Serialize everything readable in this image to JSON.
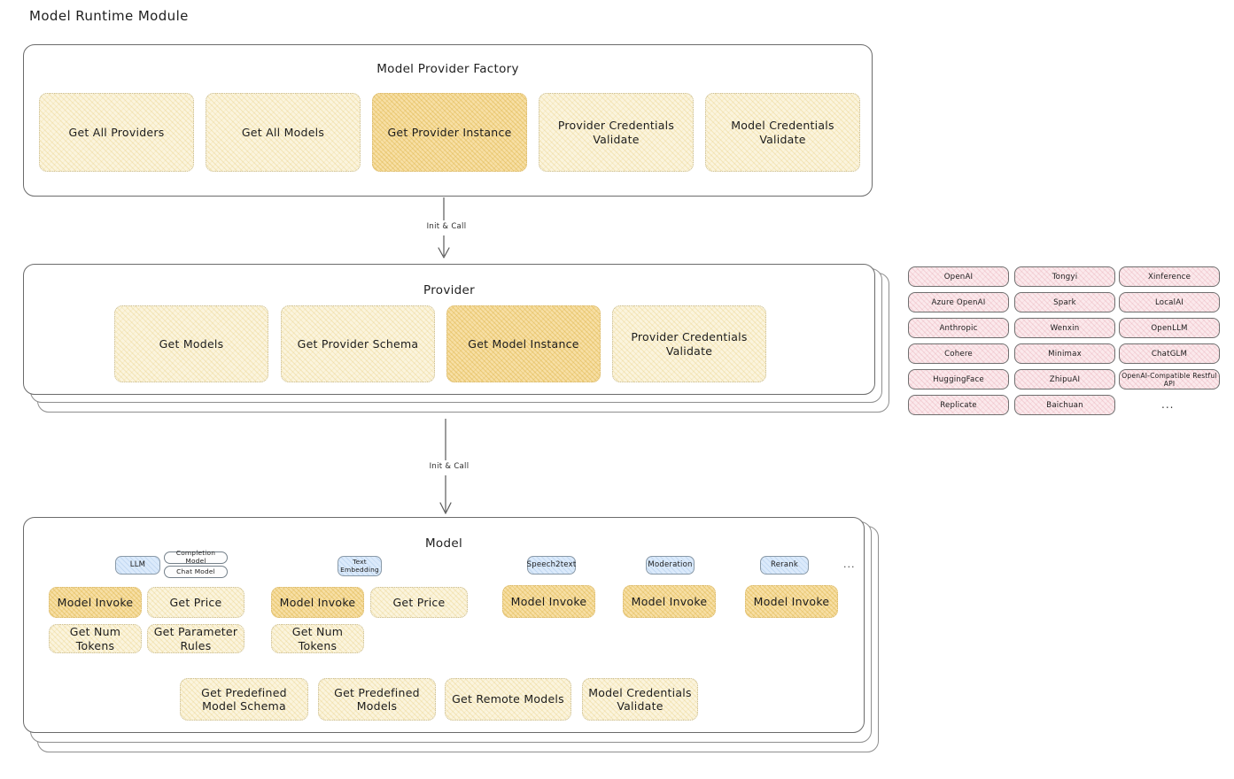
{
  "page": {
    "title": "Model Runtime Module"
  },
  "factory": {
    "title": "Model Provider Factory",
    "items": [
      {
        "label": "Get All Providers",
        "highlight": false
      },
      {
        "label": "Get All Models",
        "highlight": false
      },
      {
        "label": "Get Provider Instance",
        "highlight": true
      },
      {
        "label": "Provider Credentials Validate",
        "highlight": false
      },
      {
        "label": "Model Credentials Validate",
        "highlight": false
      }
    ]
  },
  "arrows": {
    "top_label": "Init & Call",
    "bottom_label": "Init & Call"
  },
  "provider": {
    "title": "Provider",
    "items": [
      {
        "label": "Get Models",
        "highlight": false
      },
      {
        "label": "Get Provider Schema",
        "highlight": false
      },
      {
        "label": "Get Model Instance",
        "highlight": true
      },
      {
        "label": "Provider Credentials Validate",
        "highlight": false
      }
    ]
  },
  "provider_list": {
    "columns": [
      [
        "OpenAI",
        "Azure OpenAI",
        "Anthropic",
        "Cohere",
        "HuggingFace",
        "Replicate"
      ],
      [
        "Tongyi",
        "Spark",
        "Wenxin",
        "Minimax",
        "ZhipuAI",
        "Baichuan"
      ],
      [
        "Xinference",
        "LocalAI",
        "OpenLLM",
        "ChatGLM",
        "OpenAI-Compatible Restful API"
      ]
    ],
    "more": "..."
  },
  "model": {
    "title": "Model",
    "more": "...",
    "groups": [
      {
        "badge": "LLM",
        "sub_badges": [
          "Completion Model",
          "Chat Model"
        ],
        "items": [
          {
            "label": "Model Invoke",
            "highlight": true
          },
          {
            "label": "Get Price",
            "highlight": false
          },
          {
            "label": "Get Num Tokens",
            "highlight": false
          },
          {
            "label": "Get Parameter Rules",
            "highlight": false
          }
        ]
      },
      {
        "badge": "Text Embedding",
        "sub_badges": [],
        "items": [
          {
            "label": "Model Invoke",
            "highlight": true
          },
          {
            "label": "Get Price",
            "highlight": false
          },
          {
            "label": "Get Num Tokens",
            "highlight": false
          }
        ]
      },
      {
        "badge": "Speech2text",
        "sub_badges": [],
        "items": [
          {
            "label": "Model Invoke",
            "highlight": true
          }
        ]
      },
      {
        "badge": "Moderation",
        "sub_badges": [],
        "items": [
          {
            "label": "Model Invoke",
            "highlight": true
          }
        ]
      },
      {
        "badge": "Rerank",
        "sub_badges": [],
        "items": [
          {
            "label": "Model Invoke",
            "highlight": true
          }
        ]
      }
    ],
    "bottom_items": [
      {
        "label": "Get Predefined Model Schema",
        "highlight": false
      },
      {
        "label": "Get Predefined Models",
        "highlight": false
      },
      {
        "label": "Get Remote Models",
        "highlight": false
      },
      {
        "label": "Model Credentials Validate",
        "highlight": false
      }
    ]
  },
  "colors": {
    "leaf_fill": "#fbf4dd",
    "leaf_highlight": "#f7dfa5",
    "badge_fill": "#dbeafb",
    "chip_fill": "#fbe9ec",
    "border": "#6b6b6b"
  }
}
